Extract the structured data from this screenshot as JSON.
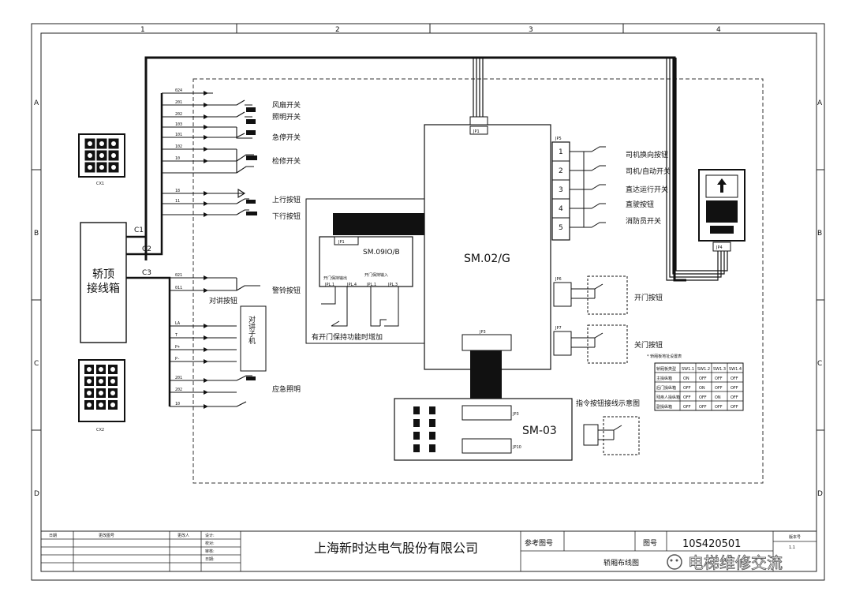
{
  "border": {
    "columns": [
      "1",
      "2",
      "3",
      "4"
    ],
    "rows": [
      "A",
      "B",
      "C",
      "D"
    ]
  },
  "left_labels": [
    "风扇开关",
    "照明开关",
    "急停开关",
    "检修开关",
    "上行按钮",
    "下行按钮",
    "警铃按钮",
    "对讲按钮",
    "应急照明"
  ],
  "left_terminals": [
    "024",
    "201",
    "202",
    "103",
    "101",
    "102",
    "10",
    "18",
    "11",
    "021",
    "011",
    "LA",
    "T",
    "P+",
    "P-",
    "201",
    "202",
    "10"
  ],
  "left_codes": [
    "C1",
    "C2",
    "C3"
  ],
  "box_main": "轿顶\n接线箱",
  "box_main_lines": [
    "轿顶",
    "接线箱"
  ],
  "intercom_label": "对讲子机",
  "connectors": [
    {
      "id": "CX1"
    },
    {
      "id": "CX2"
    }
  ],
  "board_main": {
    "name": "SM.02/G",
    "jp1": "JP1",
    "jp3": "JP3"
  },
  "board_opt": {
    "name": "SM.09IO/B",
    "jp1": "JP1",
    "out_label": "开门保持输出",
    "in_label": "开门保持输入",
    "terms": [
      "JPL.1",
      "JPL.4",
      "JPL.1",
      "JPL.3"
    ],
    "caption": "有开门保持功能时增加"
  },
  "board_cmd": {
    "name": "SM-03",
    "jp1": "JP3",
    "jp2": "JP10",
    "caption": "指令按钮接线示意图"
  },
  "right_numbers": [
    "1",
    "2",
    "3",
    "4",
    "5"
  ],
  "right_labels": [
    "司机换向按钮",
    "司机/自动开关",
    "直达运行开关",
    "直驶按钮",
    "消防员开关"
  ],
  "door_labels": [
    "开门按钮",
    "关门按钮"
  ],
  "jp_labels": [
    "JP5",
    "JP6",
    "JP7"
  ],
  "display": {
    "jp": "JP4"
  },
  "dip_table": {
    "title": "* 轿厢板地址设置表",
    "headers": [
      "轿厢板类型",
      "SW1.1",
      "SW1.2",
      "SW1.3",
      "SW1.4"
    ],
    "rows": [
      [
        "主操纵箱",
        "ON",
        "OFF",
        "OFF",
        "OFF"
      ],
      [
        "后门操纵箱",
        "OFF",
        "ON",
        "OFF",
        "OFF"
      ],
      [
        "残疾人操纵箱",
        "OFF",
        "OFF",
        "ON",
        "OFF"
      ],
      [
        "副操纵箱",
        "OFF",
        "OFF",
        "OFF",
        "OFF"
      ]
    ]
  },
  "title_block": {
    "col_headers": [
      "日期",
      "更改图号",
      "更改人",
      "设计:"
    ],
    "sign_rows": [
      "设计:",
      "校对:",
      "审核:",
      "日期:"
    ],
    "company": "上海新时达电气股份有限公司",
    "ref_label": "参考图号",
    "drawing_no_label": "图号",
    "drawing_no": "10S420501",
    "version_label": "版本号",
    "version": "1.1",
    "drawing_name": "轿厢布线图",
    "watermark": "电梯维修交流"
  }
}
